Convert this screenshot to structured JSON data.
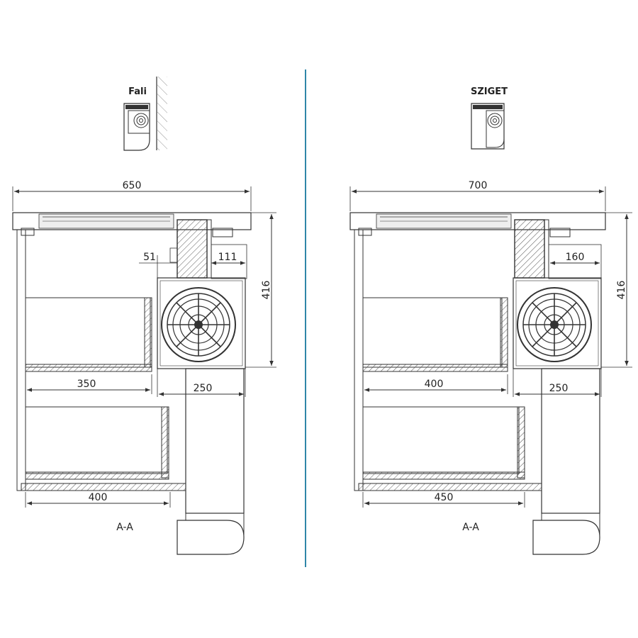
{
  "colors": {
    "divider": "#2f86a8",
    "line": "#333333",
    "hatch": "#555555"
  },
  "left": {
    "title": "Fali",
    "width": "650",
    "dim_51": "51",
    "dim_111": "111",
    "height": "416",
    "drawer_upper": "350",
    "motor_width": "250",
    "drawer_lower": "400",
    "section": "A-A"
  },
  "right": {
    "title": "SZIGET",
    "width": "700",
    "dim_160": "160",
    "height": "416",
    "drawer_upper": "400",
    "motor_width": "250",
    "drawer_lower": "450",
    "section": "A-A"
  }
}
